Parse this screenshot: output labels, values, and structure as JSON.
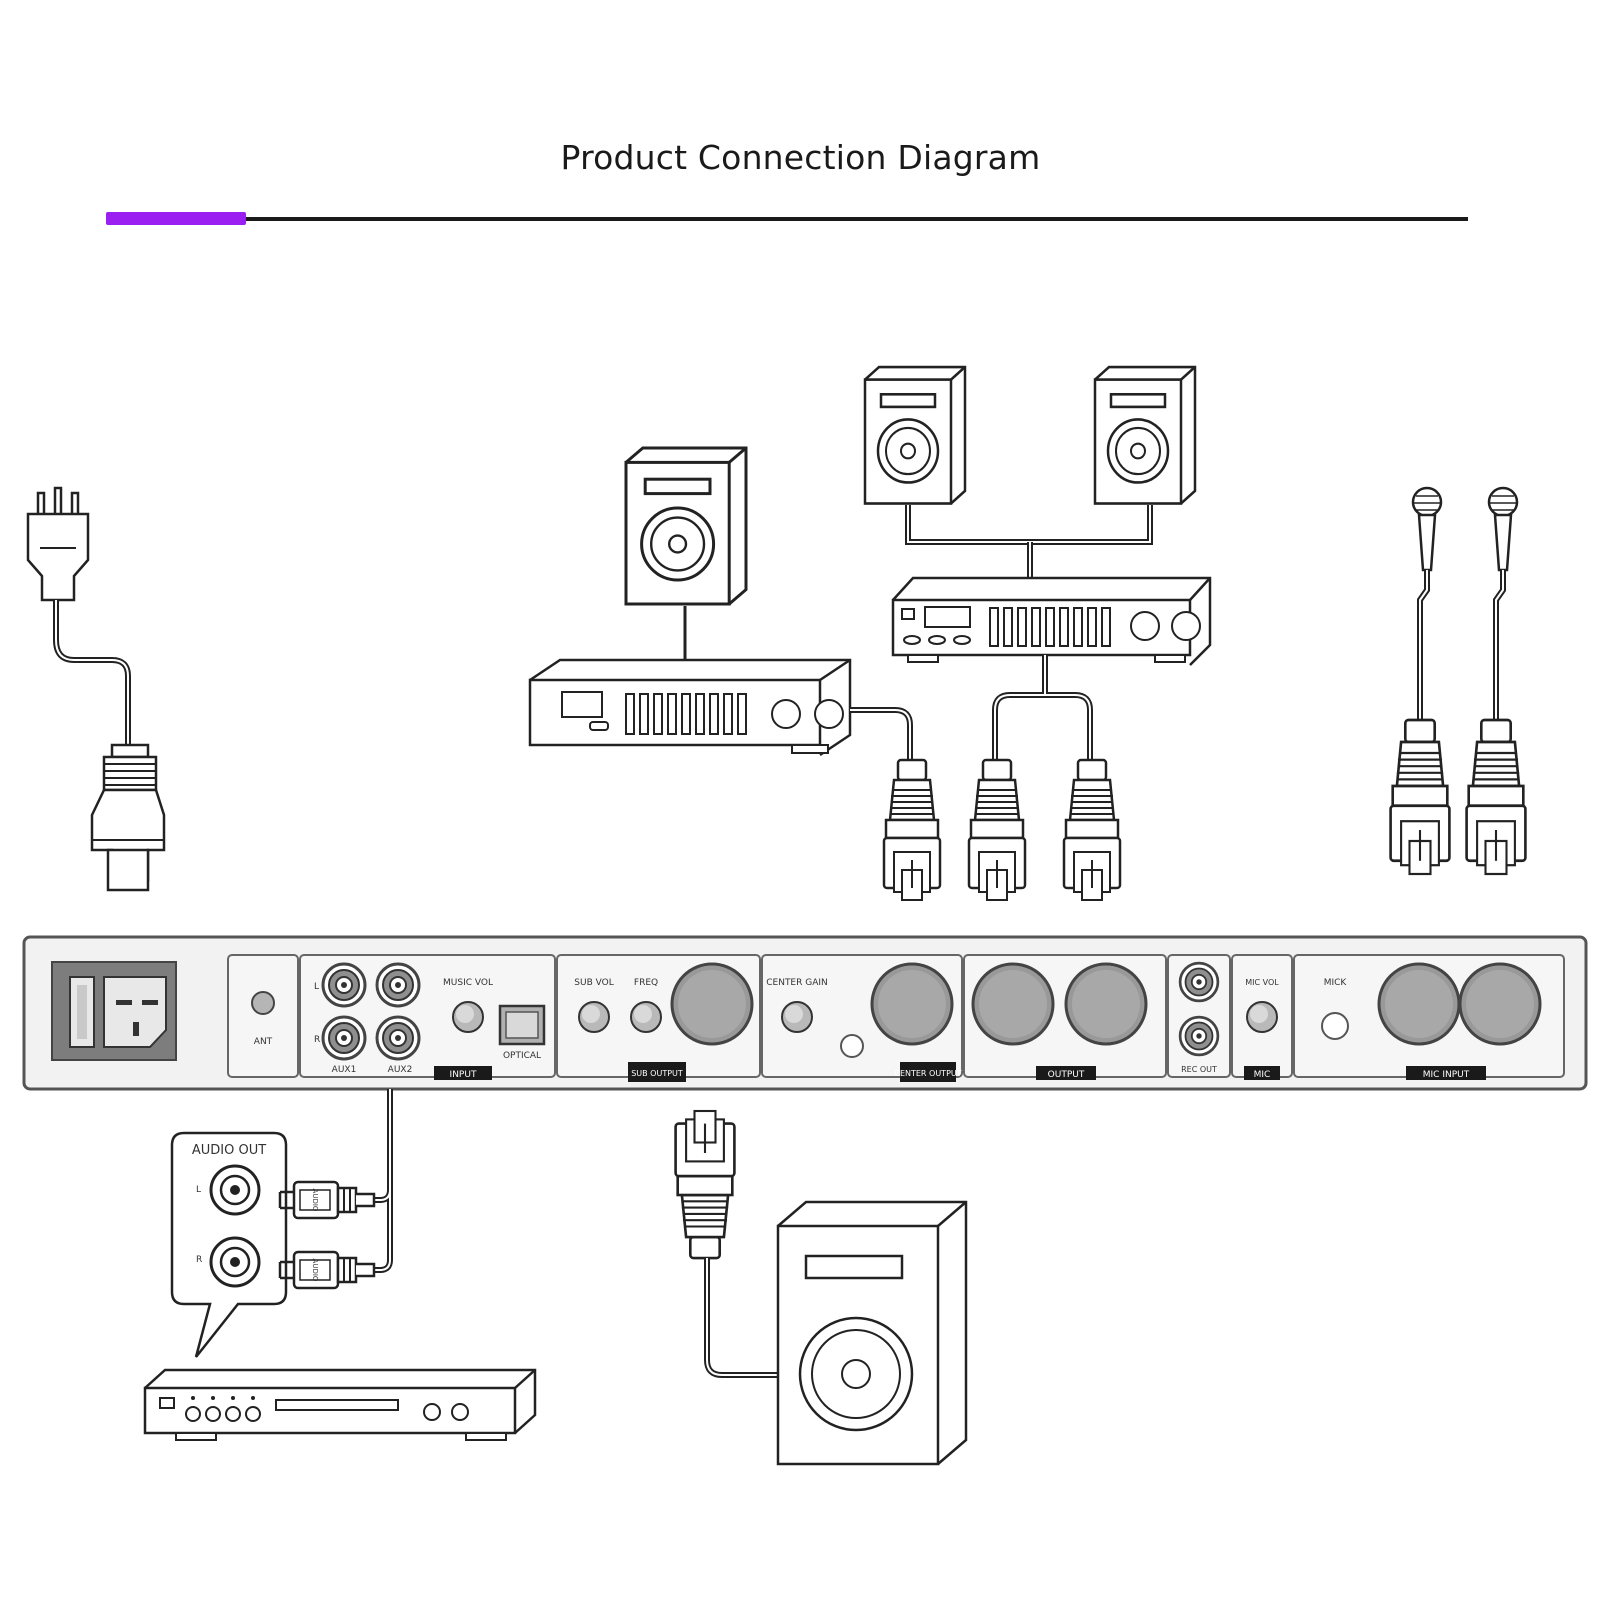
{
  "title": "Product Connection Diagram",
  "colors": {
    "accent": "#9b1ff0",
    "line": "#1a1a1a",
    "panel": "#f2f2f2",
    "jack": "#9a9a9a"
  },
  "panel": {
    "ant": "ANT",
    "l": "L",
    "r": "R",
    "aux1": "AUX1",
    "aux2": "AUX2",
    "music_vol": "MUSIC VOL",
    "optical": "OPTICAL",
    "input_badge": "INPUT",
    "sub_vol": "SUB VOL",
    "freq": "FREQ",
    "sub_output_badge": "SUB OUTPUT",
    "center_gain": "CENTER GAIN",
    "center_output_badge": "CENTER OUTPUT",
    "output_badge": "OUTPUT",
    "rec_out": "REC OUT",
    "mic_vol": "MIC VOL",
    "mic_badge": "MIC",
    "mick": "MICK",
    "mic_input_badge": "MIC INPUT"
  },
  "audio_out": {
    "title": "AUDIO OUT",
    "l": "L",
    "r": "R",
    "plug_l": "AUDIO",
    "plug_r": "AUDIO"
  }
}
